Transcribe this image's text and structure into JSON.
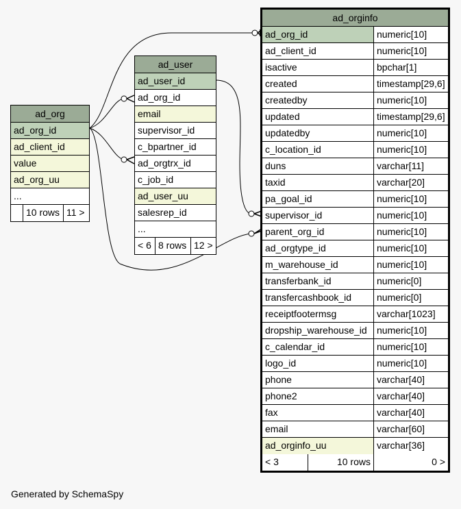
{
  "footer": "Generated by SchemaSpy",
  "tables": {
    "ad_org": {
      "title": "ad_org",
      "rows": [
        "ad_org_id",
        "ad_client_id",
        "value",
        "ad_org_uu",
        "..."
      ],
      "footer": {
        "a": "",
        "b": "10 rows",
        "c": "11 >"
      }
    },
    "ad_user": {
      "title": "ad_user",
      "rows": [
        "ad_user_id",
        "ad_org_id",
        "email",
        "supervisor_id",
        "c_bpartner_id",
        "ad_orgtrx_id",
        "c_job_id",
        "ad_user_uu",
        "salesrep_id",
        "..."
      ],
      "footer": {
        "a": "< 6",
        "b": "8 rows",
        "c": "12 >"
      }
    },
    "ad_orginfo": {
      "title": "ad_orginfo",
      "columns": [
        [
          "ad_org_id",
          "numeric[10]"
        ],
        [
          "ad_client_id",
          "numeric[10]"
        ],
        [
          "isactive",
          "bpchar[1]"
        ],
        [
          "created",
          "timestamp[29,6]"
        ],
        [
          "createdby",
          "numeric[10]"
        ],
        [
          "updated",
          "timestamp[29,6]"
        ],
        [
          "updatedby",
          "numeric[10]"
        ],
        [
          "c_location_id",
          "numeric[10]"
        ],
        [
          "duns",
          "varchar[11]"
        ],
        [
          "taxid",
          "varchar[20]"
        ],
        [
          "pa_goal_id",
          "numeric[10]"
        ],
        [
          "supervisor_id",
          "numeric[10]"
        ],
        [
          "parent_org_id",
          "numeric[10]"
        ],
        [
          "ad_orgtype_id",
          "numeric[10]"
        ],
        [
          "m_warehouse_id",
          "numeric[10]"
        ],
        [
          "transferbank_id",
          "numeric[0]"
        ],
        [
          "transfercashbook_id",
          "numeric[0]"
        ],
        [
          "receiptfootermsg",
          "varchar[1023]"
        ],
        [
          "dropship_warehouse_id",
          "numeric[10]"
        ],
        [
          "c_calendar_id",
          "numeric[10]"
        ],
        [
          "logo_id",
          "numeric[10]"
        ],
        [
          "phone",
          "varchar[40]"
        ],
        [
          "phone2",
          "varchar[40]"
        ],
        [
          "fax",
          "varchar[40]"
        ],
        [
          "email",
          "varchar[60]"
        ],
        [
          "ad_orginfo_uu",
          "varchar[36]"
        ]
      ],
      "footer": {
        "a": "< 3",
        "b": "10 rows",
        "c": "0 >"
      }
    }
  }
}
